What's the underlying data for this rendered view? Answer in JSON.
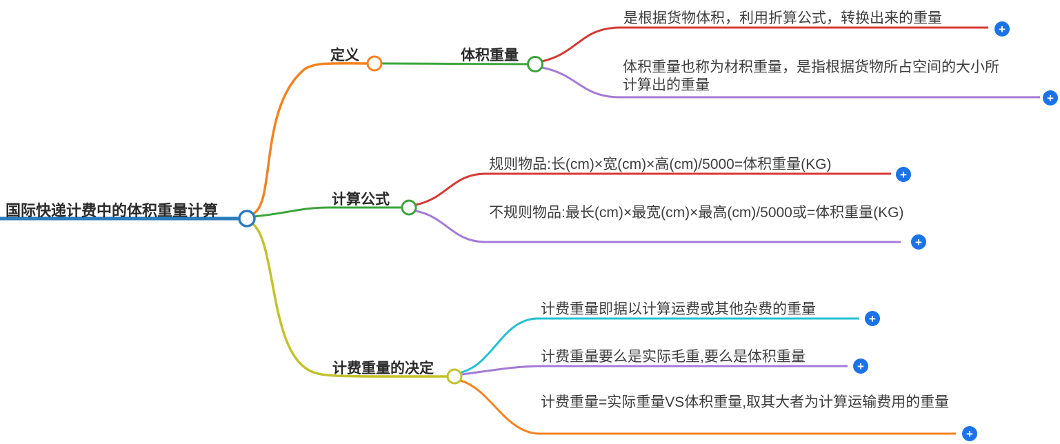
{
  "icons": {
    "add": "+"
  },
  "colors": {
    "root_blue": "#2b7cbd",
    "orange": "#f5821f",
    "green": "#3aa43a",
    "olive": "#c2c22a",
    "red": "#d43a34",
    "purple": "#a47ad7",
    "cyan": "#25c0d3",
    "add_button_blue": "#1a73e8",
    "text_dark": "#3d3d3d"
  },
  "root": {
    "label": "国际快递计费中的体积重量计算"
  },
  "branches": [
    {
      "label": "定义",
      "children": [
        {
          "label": "体积重量",
          "children": [
            {
              "text": "是根据货物体积，利用折算公式，转换出来的重量"
            },
            {
              "text": "体积重量也称为材积重量，是指根据货物所占空间的大小所计算出的重量"
            }
          ]
        }
      ]
    },
    {
      "label": "计算公式",
      "children": [
        {
          "text": "规则物品:长(cm)×宽(cm)×高(cm)/5000=体积重量(KG)"
        },
        {
          "text": "不规则物品:最长(cm)×最宽(cm)×最高(cm)/5000或=体积重量(KG)"
        }
      ]
    },
    {
      "label": "计费重量的决定",
      "children": [
        {
          "text": "计费重量即据以计算运费或其他杂费的重量"
        },
        {
          "text": "计费重量要么是实际毛重,要么是体积重量"
        },
        {
          "text": "计费重量=实际重量VS体积重量,取其大者为计算运输费用的重量"
        }
      ]
    }
  ]
}
